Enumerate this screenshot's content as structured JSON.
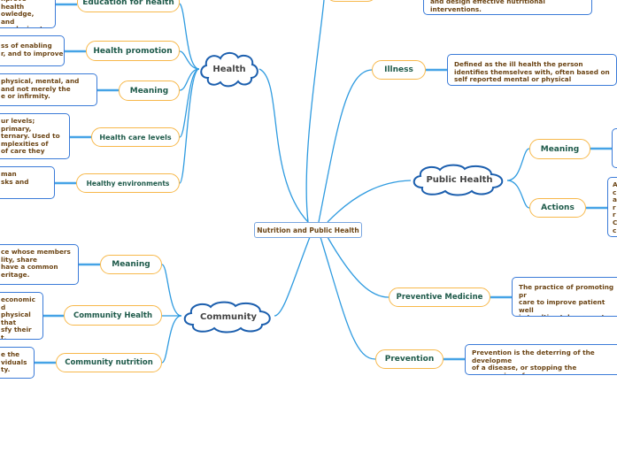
{
  "center": {
    "label": "Nutrition and Public Health"
  },
  "top_partial": {
    "desc": "and design effective nutritional\ninterventions."
  },
  "health": {
    "label": "Health",
    "children": [
      {
        "label": "Education for health",
        "desc": "nprove health\nowledge, and\nconducive to\n."
      },
      {
        "label": "Health promotion",
        "desc": "ss of enabling\nr, and to improve"
      },
      {
        "label": "Meaning",
        "desc": "physical, mental, and\nand not merely the\ne or infirmity."
      },
      {
        "label": "Health care levels",
        "desc": "ur levels; primary,\nternary. Used to\nmplexities of\nof care they"
      },
      {
        "label": "Healthy environments",
        "desc": "man\nsks and"
      }
    ]
  },
  "community": {
    "label": "Community",
    "children": [
      {
        "label": "Meaning",
        "desc": "ce whose members\nlity, share\nhave a common\neritage."
      },
      {
        "label": "Community Health",
        "desc": "economic\nd physical\nthat\nsfy their\nt."
      },
      {
        "label": "Community nutrition",
        "desc": "e the\nviduals\nty."
      }
    ]
  },
  "illness": {
    "label": "Illness",
    "desc": "Defined as the ill health the person\nidentifies themselves with, often based on\nself reported mental or physical symptoms"
  },
  "public_health": {
    "label": "Public Health",
    "children": [
      {
        "label": "Meaning",
        "desc": ""
      },
      {
        "label": "Actions",
        "desc": "A\nc\na\nr\nr\nC\nc"
      }
    ]
  },
  "preventive_medicine": {
    "label": "Preventive Medicine",
    "desc": "The practice of promoting pr\ncare to improve patient well\nis to ultimately prevent dise\nand death."
  },
  "prevention": {
    "label": "Prevention",
    "desc": "Prevention is the deterring of the developme\nof a disease, or stopping the progression of a\ndisease that has already begun."
  }
}
